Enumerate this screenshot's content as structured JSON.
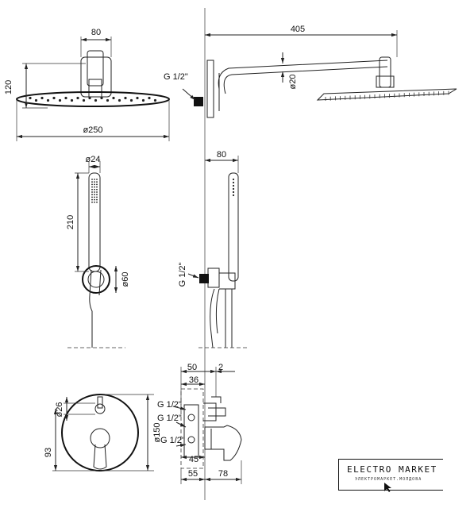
{
  "dimensions": {
    "head_mount_width": "80",
    "head_height": "120",
    "head_diameter": "ø250",
    "arm_length": "405",
    "arm_diameter": "ø20",
    "arm_thread": "G 1/2\"",
    "hand_diameter": "ø24",
    "hand_length": "210",
    "holder_diameter": "ø60",
    "holder_depth": "80",
    "holder_thread": "G 1/2\"",
    "mixer_d26": "ø26",
    "mixer_93": "93",
    "mixer_d150": "ø150",
    "mixer_50": "50",
    "mixer_2": "2",
    "mixer_36": "36",
    "mixer_thread_1": "G 1/2\"",
    "mixer_thread_2": "G 1/2\"",
    "mixer_thread_3": "G 1/2\"",
    "mixer_45": "45",
    "mixer_55": "55",
    "mixer_78": "78"
  },
  "logo": {
    "title": "ELECTRO MARKET",
    "subtitle": "ЭЛЕКТРОМАРКЕТ.МОЛДОВА"
  },
  "icons": [
    "cursor-arrow-icon"
  ]
}
